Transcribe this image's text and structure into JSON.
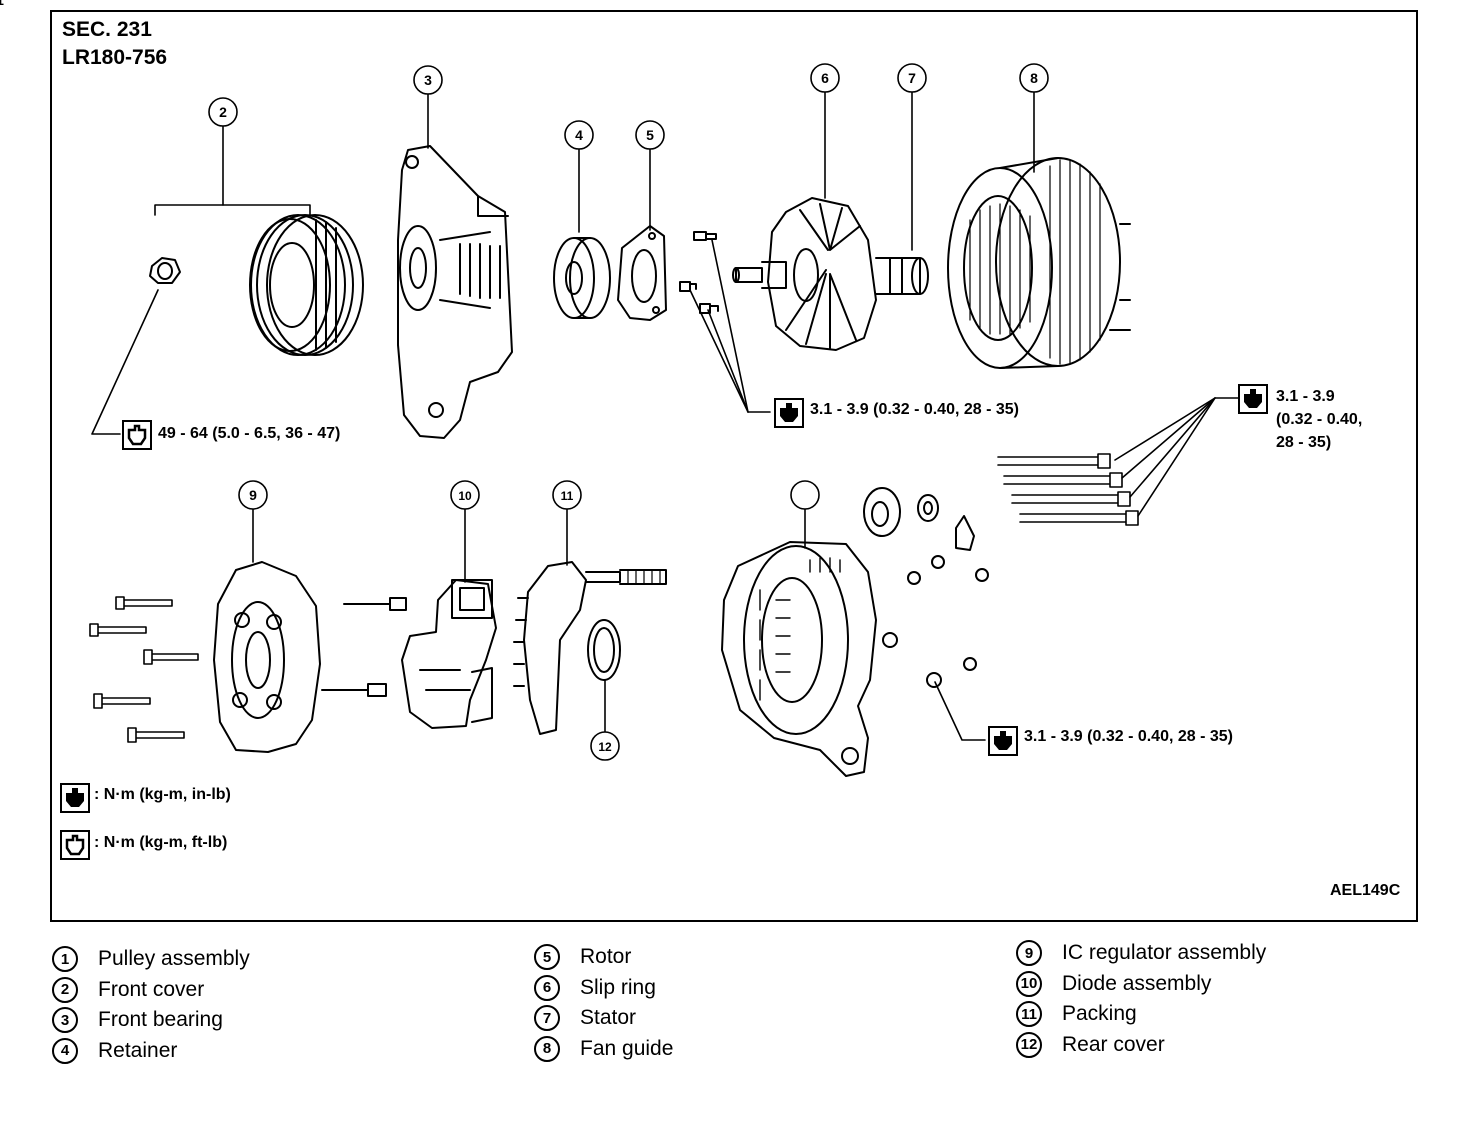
{
  "header": {
    "section": "SEC. 231",
    "model": "LR180-756"
  },
  "figure_ref": "AEL149C",
  "callouts": [
    "1",
    "2",
    "3",
    "4",
    "5",
    "6",
    "7",
    "8",
    "9",
    "10",
    "11",
    "12"
  ],
  "torque_specs": {
    "pulley_nut": "49 - 64 (5.0 - 6.5, 36 - 47)",
    "rotor_screws": "3.1 - 3.9 (0.32 - 0.40, 28 - 35)",
    "through_bolts_line1": "3.1 - 3.9",
    "through_bolts_line2": "(0.32 - 0.40,",
    "through_bolts_line3": "28 - 35)",
    "rear_nuts": "3.1 - 3.9 (0.32 - 0.40, 28 - 35)"
  },
  "legend": {
    "inlb": ": N·m (kg-m, in-lb)",
    "ftlb": ": N·m (kg-m, ft-lb)"
  },
  "parts": [
    {
      "num": "1",
      "label": "Pulley assembly"
    },
    {
      "num": "2",
      "label": "Front cover"
    },
    {
      "num": "3",
      "label": "Front bearing"
    },
    {
      "num": "4",
      "label": "Retainer"
    },
    {
      "num": "5",
      "label": "Rotor"
    },
    {
      "num": "6",
      "label": "Slip ring"
    },
    {
      "num": "7",
      "label": "Stator"
    },
    {
      "num": "8",
      "label": "Fan guide"
    },
    {
      "num": "9",
      "label": "IC regulator assembly"
    },
    {
      "num": "10",
      "label": "Diode assembly"
    },
    {
      "num": "11",
      "label": "Packing"
    },
    {
      "num": "12",
      "label": "Rear cover"
    }
  ]
}
